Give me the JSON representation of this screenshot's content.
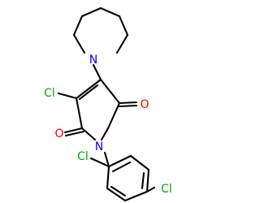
{
  "molecule": {
    "atoms": [
      {
        "id": "N_azepane",
        "label": "N",
        "color": "#0000FF"
      },
      {
        "id": "O_top",
        "label": "O",
        "color": "#FF0000"
      },
      {
        "id": "O_left",
        "label": "O",
        "color": "#FF0000"
      },
      {
        "id": "N_imide",
        "label": "N",
        "color": "#0000FF"
      },
      {
        "id": "Cl_vinyl",
        "label": "Cl",
        "color": "#00AA00"
      },
      {
        "id": "Cl_ortho",
        "label": "Cl",
        "color": "#00AA00"
      },
      {
        "id": "Cl_para",
        "label": "Cl",
        "color": "#00AA00"
      }
    ],
    "colors": {
      "bond": "#000000",
      "nitrogen": "#0000FF",
      "oxygen": "#FF0000",
      "chlorine": "#00AA00",
      "background": "#FFFFFF"
    }
  }
}
